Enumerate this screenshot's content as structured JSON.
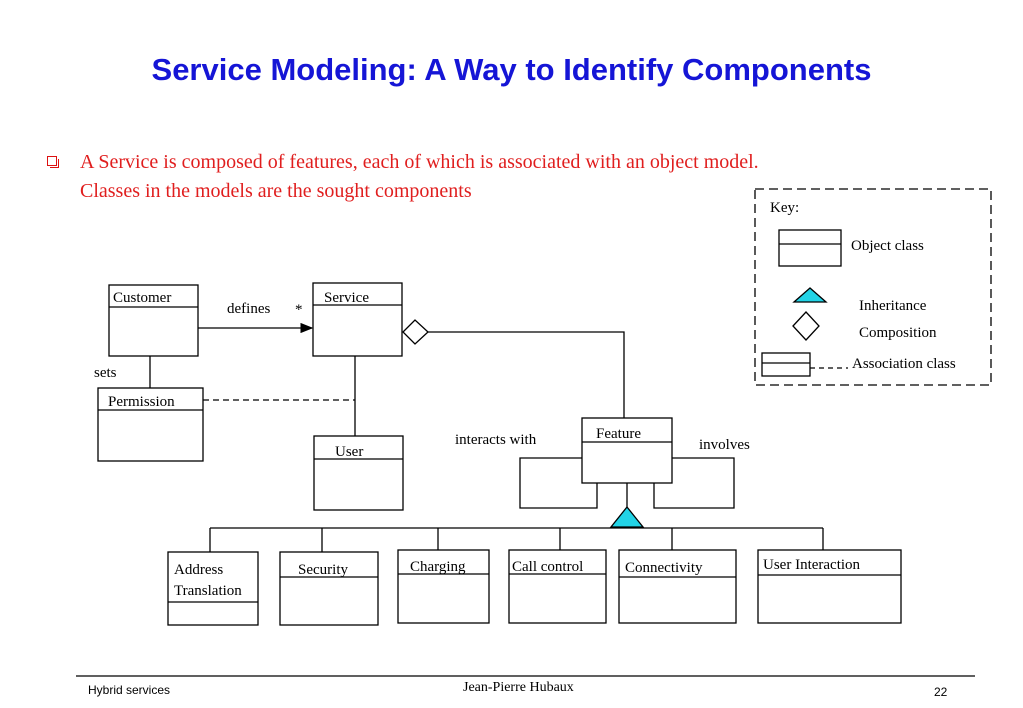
{
  "slide": {
    "title": "Service Modeling: A Way to Identify Components",
    "bullet_lines": [
      "A Service is composed of features, each of which is associated with an object model.",
      "Classes in the models are the sought components"
    ]
  },
  "diagram": {
    "classes": {
      "customer": "Customer",
      "service": "Service",
      "permission": "Permission",
      "user": "User",
      "feature": "Feature",
      "address_translation": [
        "Address",
        "Translation"
      ],
      "security": "Security",
      "charging": "Charging",
      "call_control": "Call control",
      "connectivity": "Connectivity",
      "user_interaction": "User Interaction"
    },
    "relations": {
      "defines": "defines",
      "multiplicity": "*",
      "sets": "sets",
      "interacts_with": "interacts with",
      "involves": "involves"
    },
    "key": {
      "title": "Key:",
      "object_class": "Object class",
      "inheritance": "Inheritance",
      "composition": "Composition",
      "association_class": "Association class"
    },
    "colors": {
      "inheritance_triangle": "#22d3e6",
      "title": "#1515d6",
      "bullet": "#e01e1e"
    }
  },
  "footer": {
    "left": "Hybrid services",
    "center": "Jean-Pierre Hubaux",
    "page_number": "22"
  }
}
